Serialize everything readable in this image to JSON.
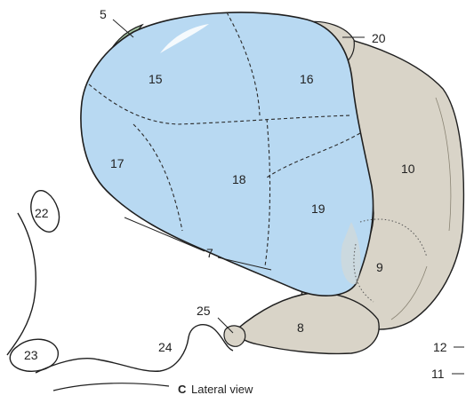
{
  "caption": {
    "letter": "C",
    "text": "Lateral view"
  },
  "labels": {
    "l5": "5",
    "l20": "20",
    "l15": "15",
    "l16": "16",
    "l17": "17",
    "l18": "18",
    "l10": "10",
    "l19": "19",
    "l22": "22",
    "l7": "7",
    "l9": "9",
    "l25": "25",
    "l8": "8",
    "l24": "24",
    "l23": "23",
    "l12": "12",
    "l11": "11"
  },
  "colors": {
    "hemisphere_blue": "#b8d9f2",
    "cerebellum_gray": "#d9d4c8",
    "frontal_green": "#a9c9a4",
    "outline": "#1f1f1f"
  }
}
